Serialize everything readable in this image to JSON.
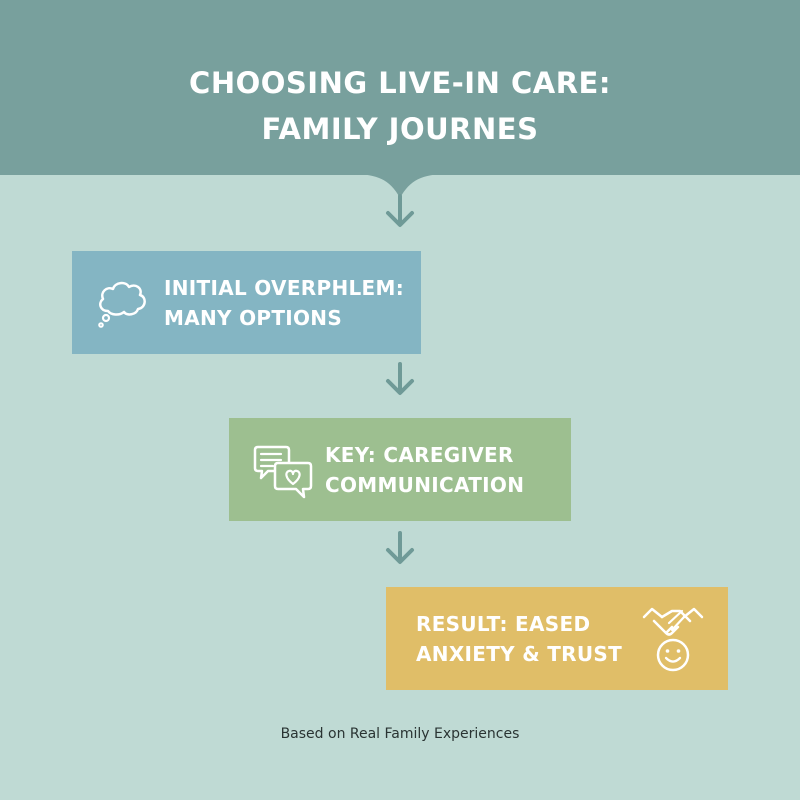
{
  "header": {
    "title_line1": "CHOOSING LIVE-IN CARE:",
    "title_line2": "FAMILY JOURNES"
  },
  "steps": [
    {
      "line1": "INITIAL OVERPHLEM:",
      "line2": "MANY OPTIONS",
      "icon": "thought-bubble-icon",
      "color": "#84b5c3"
    },
    {
      "line1": "KEY: CAREGIVER",
      "line2": "COMMUNICATION",
      "icon": "chat-heart-icon",
      "color": "#9dbf90"
    },
    {
      "line1": "RESULT: EASED",
      "line2": "ANXIETY & TRUST",
      "icon": "handshake-smiley-icon",
      "color": "#e0be68"
    }
  ],
  "footer": {
    "text": "Based on Real Family Experiences"
  },
  "colors": {
    "background": "#bfdad4",
    "header": "#78a09d",
    "arrow": "#6f9a97"
  }
}
